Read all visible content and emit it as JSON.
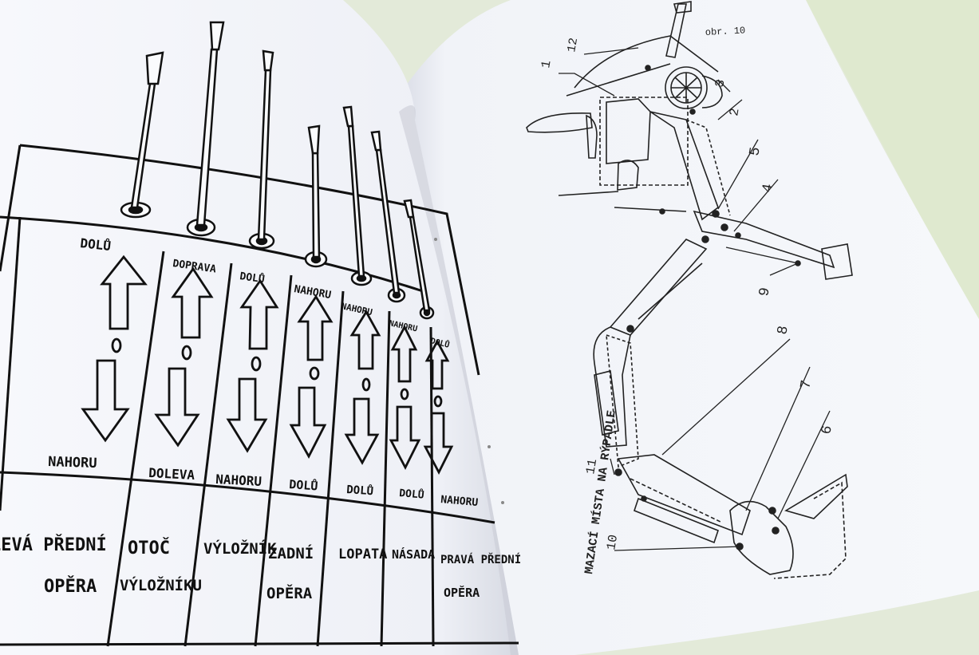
{
  "left_page": {
    "columns": [
      {
        "up_label": "DOLŮ",
        "center_label": "0",
        "down_label": "NAHORU",
        "name_line1": "LEVÁ PŘEDNÍ",
        "name_line2": "OPĚRA"
      },
      {
        "up_label": "DOPRAVA",
        "center_label": "0",
        "down_label": "DOLEVA",
        "name_line1": "OTOČ",
        "name_line2": "VÝLOŽNÍKU"
      },
      {
        "up_label": "DOLŮ",
        "center_label": "0",
        "down_label": "NAHORU",
        "name_line1": "VÝLOŽNÍK",
        "name_line2": ""
      },
      {
        "up_label": "NAHORU",
        "center_label": "0",
        "down_label": "DOLŮ",
        "name_line1": "ZADNÍ",
        "name_line2": "OPĚRA"
      },
      {
        "up_label": "NAHORU",
        "center_label": "0",
        "down_label": "DOLŮ",
        "name_line1": "LOPATA",
        "name_line2": ""
      },
      {
        "up_label": "NAHORU",
        "center_label": "0",
        "down_label": "DOLŮ",
        "name_line1": "NÁSADA",
        "name_line2": ""
      },
      {
        "up_label": "DOLŮ",
        "center_label": "0",
        "down_label": "NAHORU",
        "name_line1": "PRAVÁ PŘEDNÍ",
        "name_line2": "OPĚRA"
      }
    ]
  },
  "right_page": {
    "figure_label": "obr. 10",
    "caption": "MAZACÍ MÍSTA NA RÝPADLE",
    "callouts": [
      "1",
      "12",
      "3",
      "2",
      "5",
      "4",
      "9",
      "8",
      "7",
      "6",
      "11",
      "10"
    ]
  },
  "colors": {
    "page": "#f4f6fb",
    "ink": "#111111",
    "background": "#e8ece6"
  }
}
